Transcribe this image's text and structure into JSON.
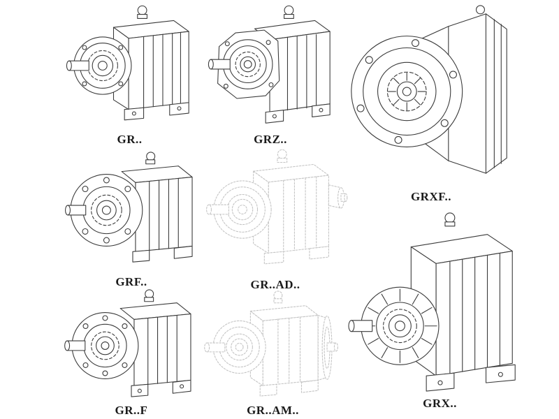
{
  "page": {
    "background_color": "#ffffff",
    "line_color": "#3a3a3a",
    "ghost_line_color": "#c4c4c4",
    "label_color": "#1a1a1a"
  },
  "catalog": {
    "items": [
      {
        "id": "gr",
        "label": "GR..",
        "rendering": "solid"
      },
      {
        "id": "grz",
        "label": "GRZ..",
        "rendering": "solid"
      },
      {
        "id": "grxf",
        "label": "GRXF..",
        "rendering": "solid"
      },
      {
        "id": "grf",
        "label": "GRF..",
        "rendering": "solid"
      },
      {
        "id": "gr-ad",
        "label": "GR..AD..",
        "rendering": "ghosted"
      },
      {
        "id": "grx",
        "label": "GRX..",
        "rendering": "solid"
      },
      {
        "id": "gr-f",
        "label": "GR..F",
        "rendering": "solid"
      },
      {
        "id": "gr-am",
        "label": "GR..AM..",
        "rendering": "ghosted"
      }
    ]
  }
}
